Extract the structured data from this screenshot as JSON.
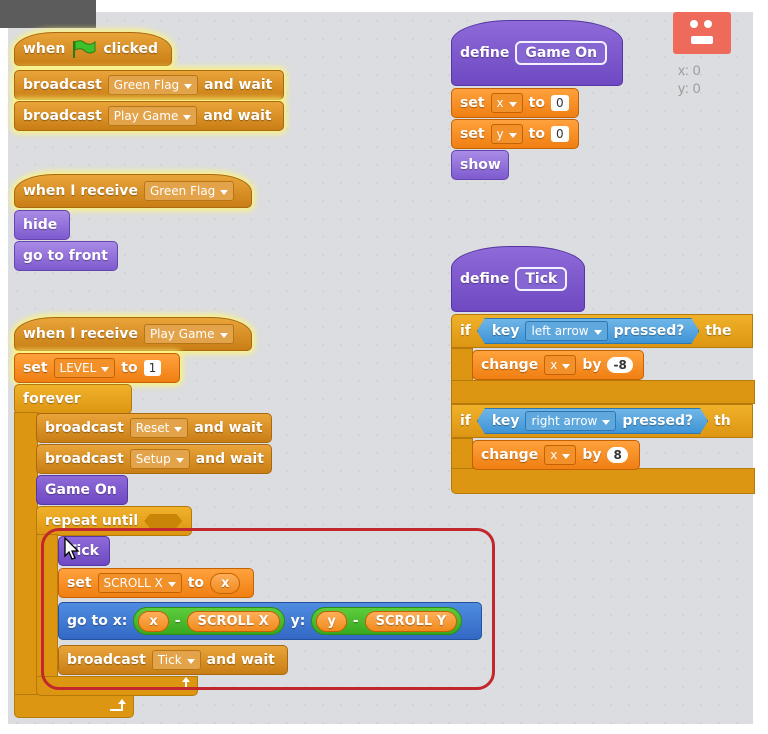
{
  "sprite": {
    "x_label": "x: 0",
    "y_label": "y: 0",
    "color": "#ee6b5b"
  },
  "script1": {
    "when_label": "when",
    "clicked_label": "clicked",
    "b1": {
      "label": "broadcast",
      "value": "Green Flag",
      "suffix": "and wait"
    },
    "b2": {
      "label": "broadcast",
      "value": "Play Game",
      "suffix": "and wait"
    }
  },
  "script2": {
    "hat_label": "when I receive",
    "value": "Green Flag",
    "hide": "hide",
    "front": "go to front"
  },
  "script3": {
    "hat_label": "when I receive",
    "value": "Play Game",
    "set_label": "set",
    "set_var": "LEVEL",
    "set_to": "to",
    "set_value": "1",
    "forever": "forever",
    "b1": {
      "label": "broadcast",
      "value": "Reset",
      "suffix": "and wait"
    },
    "b2": {
      "label": "broadcast",
      "value": "Setup",
      "suffix": "and wait"
    },
    "game_on": "Game On",
    "repeat": "repeat until",
    "tick": "Tick",
    "set2": {
      "label": "set",
      "var": "SCROLL X",
      "to": "to",
      "value": "x"
    },
    "goto": {
      "label": "go to x:",
      "x1": "x",
      "minus": "-",
      "sx": "SCROLL X",
      "ylabel": "y:",
      "y1": "y",
      "sy": "SCROLL Y"
    },
    "b3": {
      "label": "broadcast",
      "value": "Tick",
      "suffix": "and wait"
    }
  },
  "define1": {
    "define": "define",
    "name": "Game On",
    "set_x": {
      "label": "set",
      "var": "x",
      "to": "to",
      "value": "0"
    },
    "set_y": {
      "label": "set",
      "var": "y",
      "to": "to",
      "value": "0"
    },
    "show": "show"
  },
  "define2": {
    "define": "define",
    "name": "Tick",
    "if1": {
      "if": "if",
      "key": "key",
      "value": "left arrow",
      "pressed": "pressed?",
      "then": "the",
      "change": "change",
      "var": "x",
      "by": "by",
      "amount": "-8"
    },
    "if2": {
      "if": "if",
      "key": "key",
      "value": "right arrow",
      "pressed": "pressed?",
      "then": "th",
      "change": "change",
      "var": "x",
      "by": "by",
      "amount": "8"
    }
  }
}
